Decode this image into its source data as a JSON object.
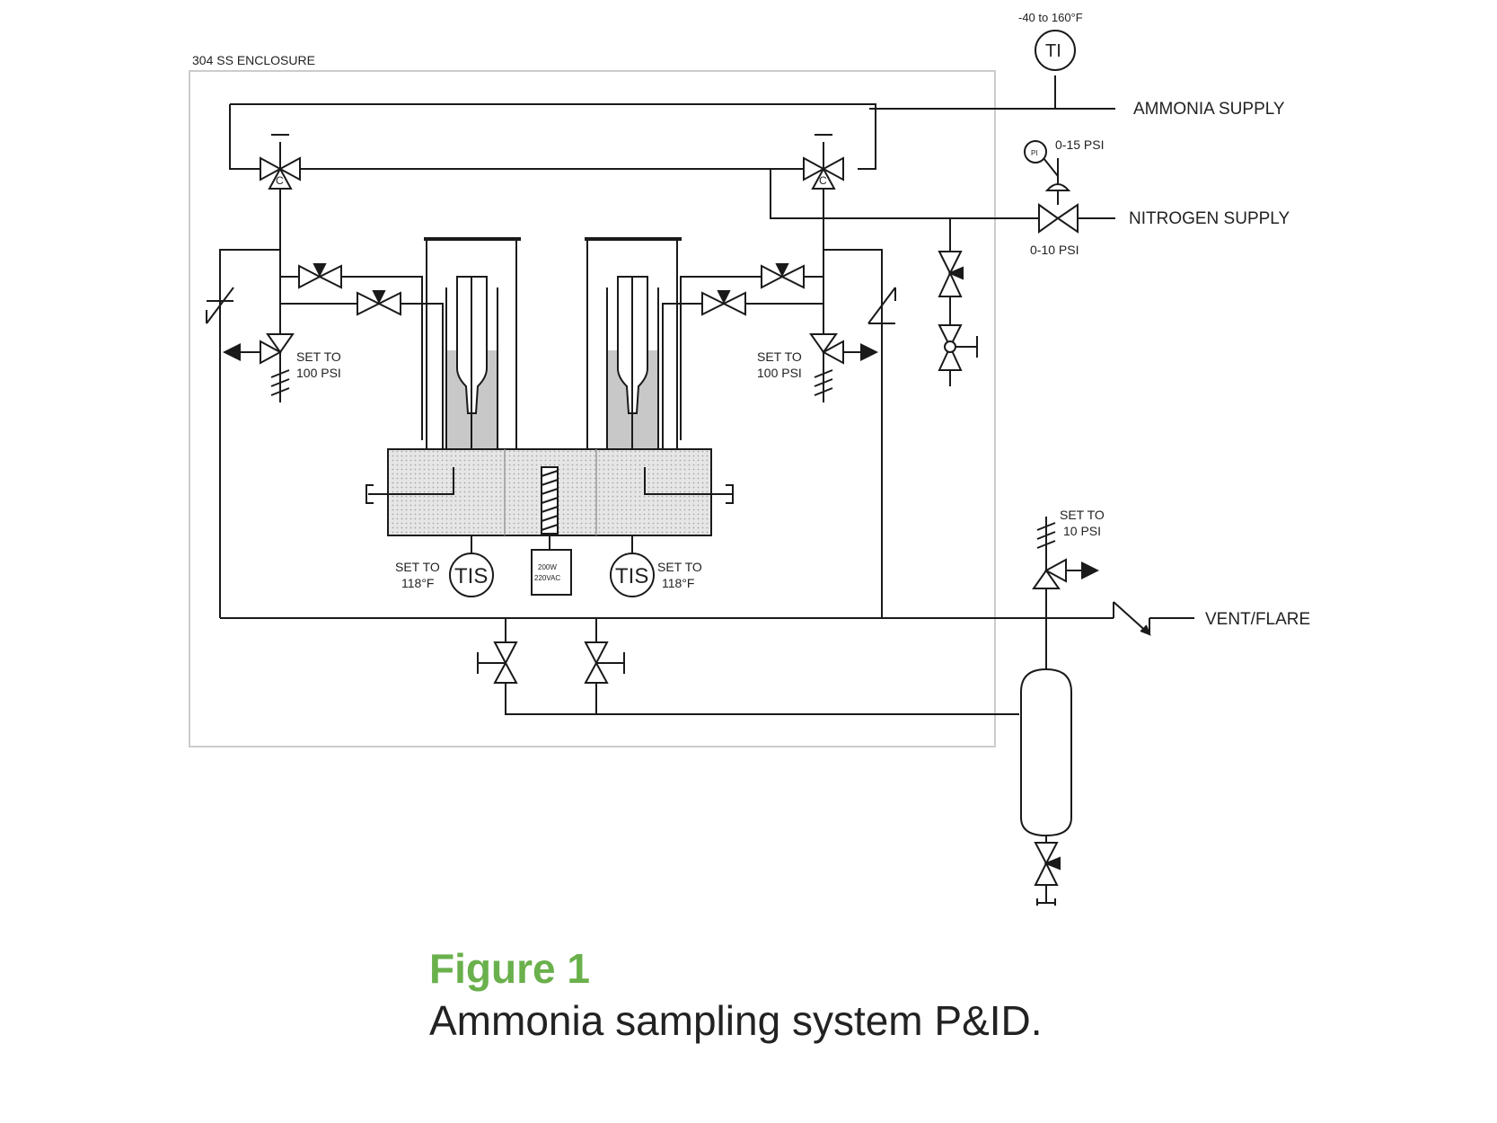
{
  "colors": {
    "line": "#1a1a1a",
    "enclosure": "#cccccc",
    "caption_accent": "#6ab04c",
    "fill_bath": "#c8c8c8",
    "fill_block": "#dcdcdc"
  },
  "labels": {
    "enclosure": "304 SS ENCLOSURE",
    "ti_range": "-40 to 160°F",
    "ti_tag": "TI",
    "ammonia_supply": "AMMONIA SUPPLY",
    "nitrogen_supply": "NITROGEN SUPPLY",
    "pi_range": "0-15 PSI",
    "pi_tag": "PI",
    "regulator_range": "0-10 PSI",
    "valve_c": "C",
    "relief_left_1": "SET TO",
    "relief_left_2": "100 PSI",
    "relief_right_1": "SET TO",
    "relief_right_2": "100 PSI",
    "tis_tag": "TIS",
    "tis_left_1": "SET TO",
    "tis_left_2": "118°F",
    "tis_right_1": "SET TO",
    "tis_right_2": "118°F",
    "heater_1": "200W",
    "heater_2": "220VAC",
    "relief_vent_1": "SET TO",
    "relief_vent_2": "10 PSI",
    "vent_flare": "VENT/FLARE"
  },
  "caption": {
    "label": "Figure 1",
    "title": "Ammonia sampling system P&ID."
  }
}
